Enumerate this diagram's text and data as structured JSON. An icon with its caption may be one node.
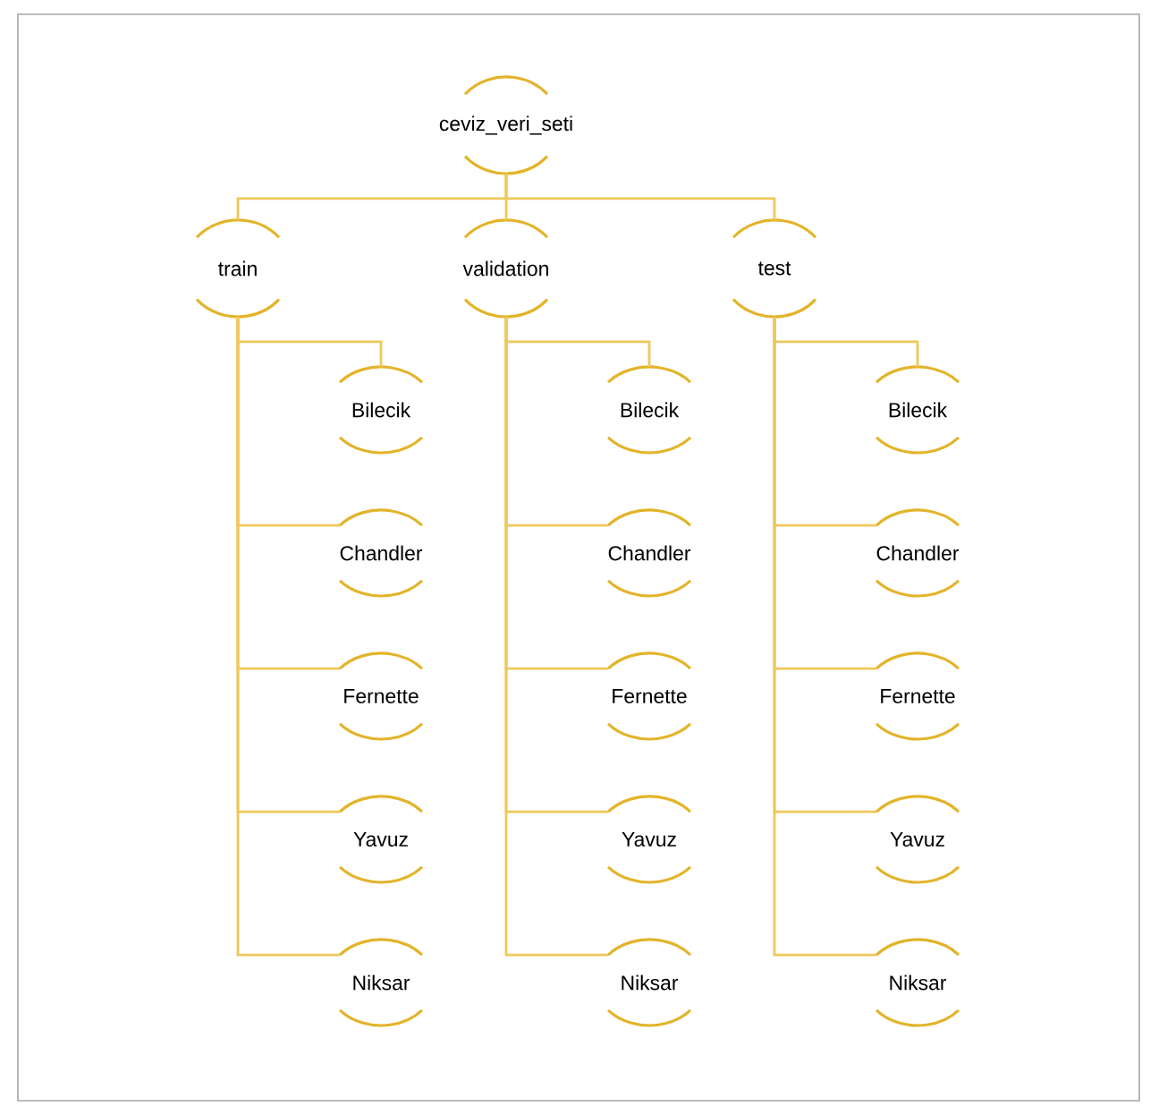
{
  "diagram": {
    "nodes": [
      {
        "text": [
          "ceviz_veri_seti"
        ]
      },
      {
        "text": [
          "train"
        ]
      },
      {
        "text": [
          "validation"
        ]
      },
      {
        "text": [
          "test"
        ]
      },
      {
        "text": [
          "Bilecik"
        ]
      },
      {
        "text": [
          "Chandler"
        ]
      },
      {
        "text": [
          "Fernette"
        ]
      },
      {
        "text": [
          "Yavuz"
        ]
      },
      {
        "text": [
          "Niksar"
        ]
      },
      {
        "text": [
          "Bilecik"
        ]
      },
      {
        "text": [
          "Chandler"
        ]
      },
      {
        "text": [
          "Fernette"
        ]
      },
      {
        "text": [
          "Yavuz"
        ]
      },
      {
        "text": [
          "Niksar"
        ]
      },
      {
        "text": [
          "Bilecik"
        ]
      },
      {
        "text": [
          "Chandler"
        ]
      },
      {
        "text": [
          "Fernette"
        ]
      },
      {
        "text": [
          "Yavuz"
        ]
      },
      {
        "text": [
          "Niksar"
        ]
      }
    ],
    "edges": [
      {
        "from": 0,
        "to": 1,
        "arrow": "none"
      },
      {
        "from": 0,
        "to": 2,
        "arrow": "none"
      },
      {
        "from": 0,
        "to": 3,
        "arrow": "none"
      },
      {
        "from": 1,
        "to": 4,
        "arrow": "none"
      },
      {
        "from": 1,
        "to": 5,
        "arrow": "none"
      },
      {
        "from": 1,
        "to": 6,
        "arrow": "none"
      },
      {
        "from": 1,
        "to": 7,
        "arrow": "none"
      },
      {
        "from": 1,
        "to": 8,
        "arrow": "none"
      },
      {
        "from": 2,
        "to": 9,
        "arrow": "none"
      },
      {
        "from": 2,
        "to": 10,
        "arrow": "none"
      },
      {
        "from": 2,
        "to": 11,
        "arrow": "none"
      },
      {
        "from": 2,
        "to": 12,
        "arrow": "none"
      },
      {
        "from": 2,
        "to": 13,
        "arrow": "none"
      },
      {
        "from": 3,
        "to": 14,
        "arrow": "none"
      },
      {
        "from": 3,
        "to": 15,
        "arrow": "none"
      },
      {
        "from": 3,
        "to": 16,
        "arrow": "none"
      },
      {
        "from": 3,
        "to": 17,
        "arrow": "none"
      },
      {
        "from": 3,
        "to": 18,
        "arrow": "none"
      }
    ]
  }
}
